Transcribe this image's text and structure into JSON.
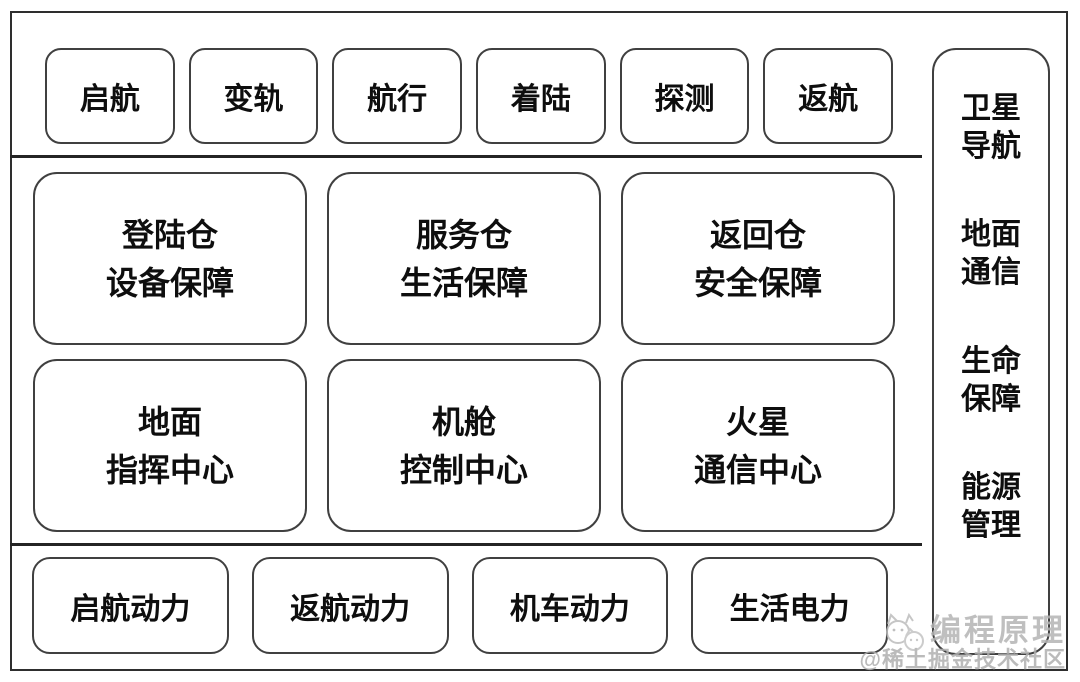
{
  "colors": {
    "background": "#ffffff",
    "frame_border": "#2e2e2e",
    "box_border": "#404040",
    "divider_line": "#242424",
    "text": "#0e0e0e",
    "watermark_text": "#b3b3b3"
  },
  "top_row": {
    "items": [
      {
        "label": "启航"
      },
      {
        "label": "变轨"
      },
      {
        "label": "航行"
      },
      {
        "label": "着陆"
      },
      {
        "label": "探测"
      },
      {
        "label": "返航"
      }
    ]
  },
  "middle": {
    "rows": [
      {
        "cells": [
          {
            "line1": "登陆仓",
            "line2": "设备保障"
          },
          {
            "line1": "服务仓",
            "line2": "生活保障"
          },
          {
            "line1": "返回仓",
            "line2": "安全保障"
          }
        ]
      },
      {
        "cells": [
          {
            "line1": "地面",
            "line2": "指挥中心"
          },
          {
            "line1": "机舱",
            "line2": "控制中心"
          },
          {
            "line1": "火星",
            "line2": "通信中心"
          }
        ]
      }
    ]
  },
  "bottom_row": {
    "items": [
      {
        "label": "启航动力"
      },
      {
        "label": "返航动力"
      },
      {
        "label": "机车动力"
      },
      {
        "label": "生活电力"
      }
    ]
  },
  "sidebar": {
    "groups": [
      {
        "line1": "卫星",
        "line2": "导航"
      },
      {
        "line1": "地面",
        "line2": "通信"
      },
      {
        "line1": "生命",
        "line2": "保障"
      },
      {
        "line1": "能源",
        "line2": "管理"
      }
    ]
  },
  "watermark": {
    "brand": "编程原理",
    "community": "@稀土掘金技术社区",
    "icon": "cat-logo-icon"
  }
}
